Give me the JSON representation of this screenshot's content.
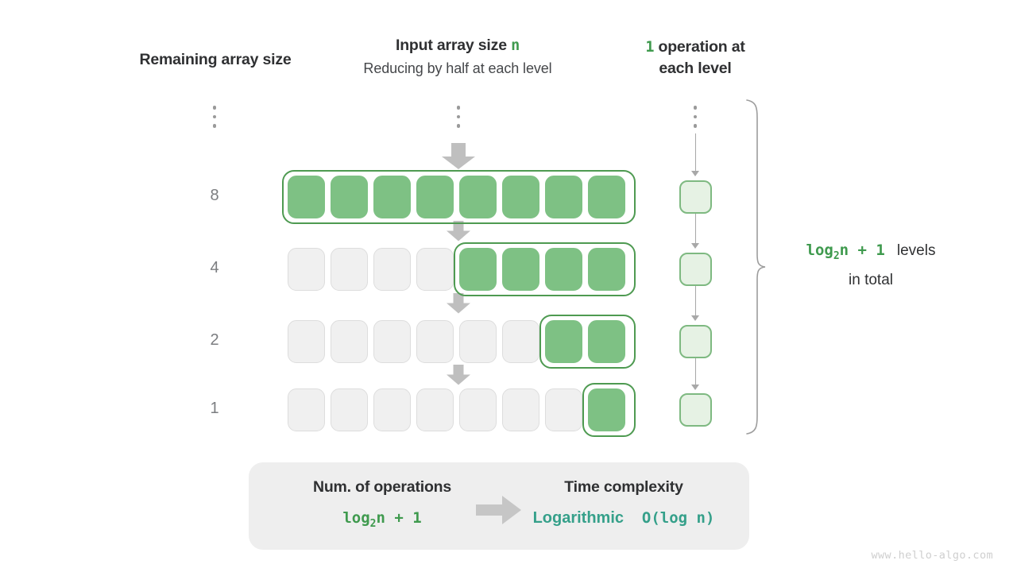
{
  "headers": {
    "left": "Remaining array size",
    "mid_title_prefix": "Input array size ",
    "mid_title_var": "n",
    "mid_subtitle": "Reducing by half at each level",
    "right_num": "1",
    "right_line1": " operation at",
    "right_line2": "each level"
  },
  "colors": {
    "green_fill": "#7ec184",
    "green_border": "#4e9a51",
    "green_text": "#3f9a4e",
    "light_green_fill": "#e6f2e4",
    "light_green_border": "#7eb981",
    "gray_cell": "#f0f0f0",
    "gray_cell_border": "#dddddd",
    "arrow_gray": "#bfbfbf",
    "teal": "#35a08a",
    "panel_bg": "#eeeeee",
    "text_dark": "#2f3032",
    "text_muted": "#7b7d80"
  },
  "levels": [
    {
      "size_label": "8",
      "total_cells": 8,
      "green_cells": 8,
      "green_start": 0
    },
    {
      "size_label": "4",
      "total_cells": 8,
      "green_cells": 4,
      "green_start": 4
    },
    {
      "size_label": "2",
      "total_cells": 8,
      "green_cells": 2,
      "green_start": 6
    },
    {
      "size_label": "1",
      "total_cells": 8,
      "green_cells": 1,
      "green_start": 7
    }
  ],
  "operation_column": {
    "boxes": 4,
    "box_label": ""
  },
  "right_note": {
    "formula_main": "log",
    "formula_sub": "2",
    "formula_rest": "n + 1",
    "line1_tail": "levels",
    "line2": "in total"
  },
  "summary": {
    "left_title": "Num. of operations",
    "left_value_main": "log",
    "left_value_sub": "2",
    "left_value_rest": "n + 1",
    "arrow_icon": "right-arrow-icon",
    "right_title": "Time complexity",
    "right_value_word": "Logarithmic",
    "right_value_code": "O(log n)"
  },
  "watermark": "www.hello-algo.com",
  "ellipsis": {
    "dots": 3
  }
}
